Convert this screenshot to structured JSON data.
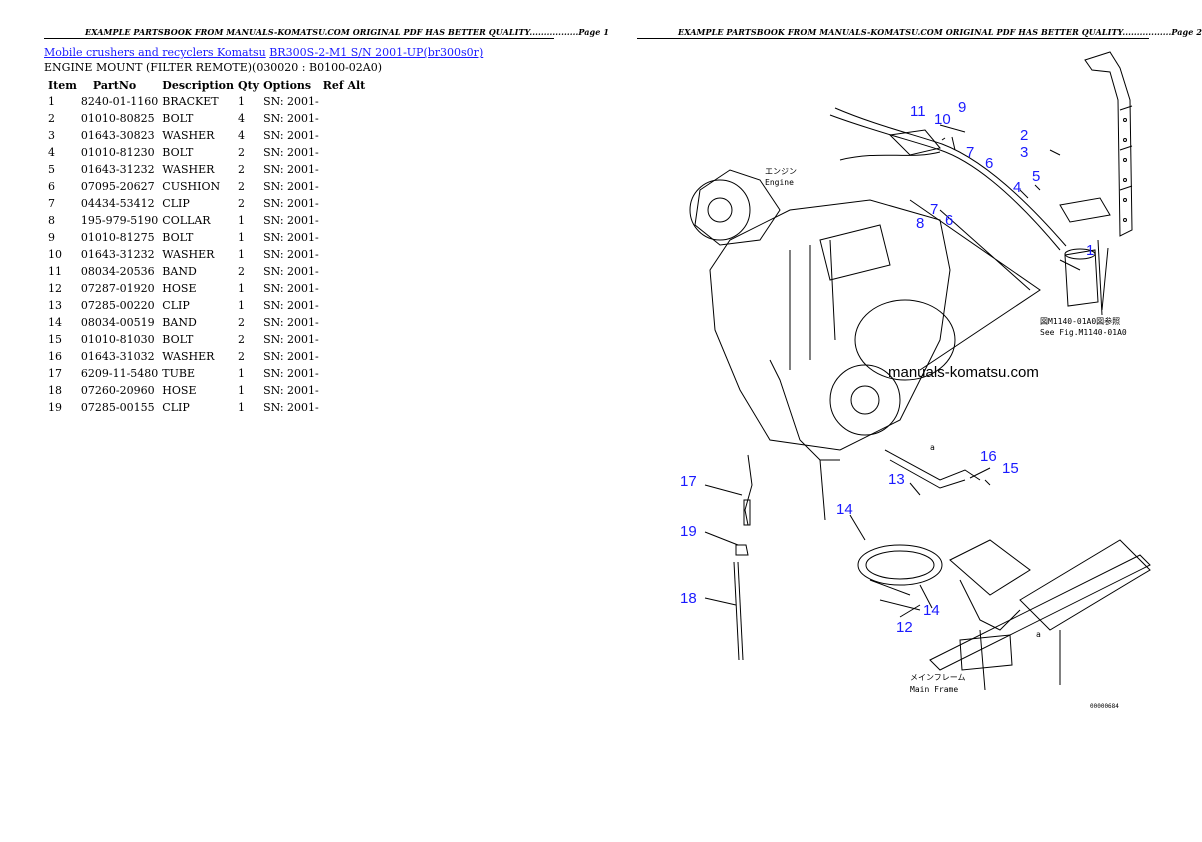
{
  "header": {
    "page1": "EXAMPLE PARTSBOOK FROM MANUALS-KOMATSU.COM ORIGINAL PDF HAS BETTER QUALITY.................Page 1",
    "page2": "EXAMPLE PARTSBOOK FROM MANUALS-KOMATSU.COM ORIGINAL PDF HAS BETTER QUALITY.................Page 2"
  },
  "breadcrumb": {
    "category": "Mobile crushers and recyclers Komatsu",
    "model": "BR300S-2-M1 S/N 2001-UP(br300s0r)"
  },
  "subtitle": "ENGINE MOUNT (FILTER REMOTE)(030020 : B0100-02A0)",
  "table": {
    "headers": [
      "Item",
      "PartNo",
      "Description",
      "Qty",
      "Options",
      "Ref Alt"
    ],
    "rows": [
      {
        "item": "1",
        "partno": "8240-01-1160",
        "desc": "BRACKET",
        "qty": "1",
        "opt": "SN: 2001-"
      },
      {
        "item": "2",
        "partno": "01010-80825",
        "desc": "BOLT",
        "qty": "4",
        "opt": "SN: 2001-"
      },
      {
        "item": "3",
        "partno": "01643-30823",
        "desc": "WASHER",
        "qty": "4",
        "opt": "SN: 2001-"
      },
      {
        "item": "4",
        "partno": "01010-81230",
        "desc": "BOLT",
        "qty": "2",
        "opt": "SN: 2001-"
      },
      {
        "item": "5",
        "partno": "01643-31232",
        "desc": "WASHER",
        "qty": "2",
        "opt": "SN: 2001-"
      },
      {
        "item": "6",
        "partno": "07095-20627",
        "desc": "CUSHION",
        "qty": "2",
        "opt": "SN: 2001-"
      },
      {
        "item": "7",
        "partno": "04434-53412",
        "desc": "CLIP",
        "qty": "2",
        "opt": "SN: 2001-"
      },
      {
        "item": "8",
        "partno": "195-979-5190",
        "desc": "COLLAR",
        "qty": "1",
        "opt": "SN: 2001-"
      },
      {
        "item": "9",
        "partno": "01010-81275",
        "desc": "BOLT",
        "qty": "1",
        "opt": "SN: 2001-"
      },
      {
        "item": "10",
        "partno": "01643-31232",
        "desc": "WASHER",
        "qty": "1",
        "opt": "SN: 2001-"
      },
      {
        "item": "11",
        "partno": "08034-20536",
        "desc": "BAND",
        "qty": "2",
        "opt": "SN: 2001-"
      },
      {
        "item": "12",
        "partno": "07287-01920",
        "desc": "HOSE",
        "qty": "1",
        "opt": "SN: 2001-"
      },
      {
        "item": "13",
        "partno": "07285-00220",
        "desc": "CLIP",
        "qty": "1",
        "opt": "SN: 2001-"
      },
      {
        "item": "14",
        "partno": "08034-00519",
        "desc": "BAND",
        "qty": "2",
        "opt": "SN: 2001-"
      },
      {
        "item": "15",
        "partno": "01010-81030",
        "desc": "BOLT",
        "qty": "2",
        "opt": "SN: 2001-"
      },
      {
        "item": "16",
        "partno": "01643-31032",
        "desc": "WASHER",
        "qty": "2",
        "opt": "SN: 2001-"
      },
      {
        "item": "17",
        "partno": "6209-11-5480",
        "desc": "TUBE",
        "qty": "1",
        "opt": "SN: 2001-"
      },
      {
        "item": "18",
        "partno": "07260-20960",
        "desc": "HOSE",
        "qty": "1",
        "opt": "SN: 2001-"
      },
      {
        "item": "19",
        "partno": "07285-00155",
        "desc": "CLIP",
        "qty": "1",
        "opt": "SN: 2001-"
      }
    ]
  },
  "diagram": {
    "callouts": {
      "c1": "1",
      "c2": "2",
      "c3": "3",
      "c4": "4",
      "c5": "5",
      "c6a": "6",
      "c6b": "6",
      "c7": "7",
      "c8": "8",
      "c9": "9",
      "c10": "10",
      "c11": "11",
      "c12": "12",
      "c13": "13",
      "c14a": "14",
      "c14b": "14",
      "c15": "15",
      "c16": "16",
      "c17": "17",
      "c18": "18",
      "c19": "19"
    },
    "engine_jp": "エンジン",
    "engine_en": "Engine",
    "seefig_jp": "図M1140-01A0図参照",
    "seefig_en": "See Fig.M1140-01A0",
    "watermark": "manuals-komatsu.com",
    "frame_jp": "メインフレーム",
    "frame_en": "Main Frame",
    "code": "00000684",
    "marker": "a",
    "accent": "#1a1aff"
  }
}
